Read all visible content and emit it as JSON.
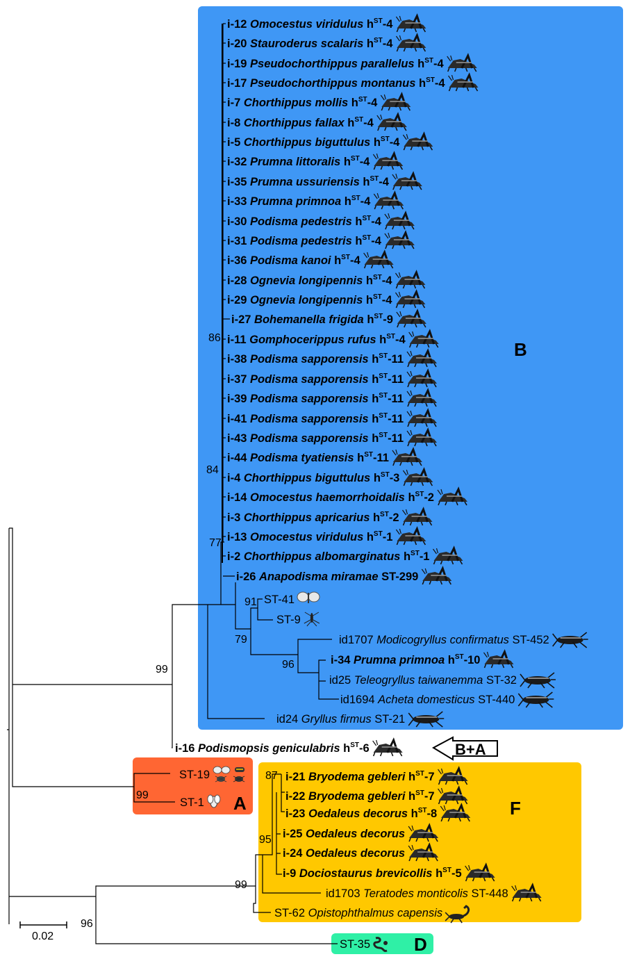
{
  "colors": {
    "B": "#3f97f5",
    "A": "#ff6633",
    "F": "#ffc800",
    "D": "#2ff0a6"
  },
  "clades": {
    "B": "B",
    "A": "A",
    "F": "F",
    "D": "D",
    "arrow": "B+A"
  },
  "scale": {
    "label": "0.02"
  },
  "bootstrap": {
    "b86": "86",
    "b84": "84",
    "b77": "77",
    "b91": "91",
    "b79": "79",
    "b96": "96",
    "b99_top": "99",
    "b99_a": "99",
    "b87": "87",
    "b95": "95",
    "b99_f": "99",
    "b96_root": "96"
  },
  "tips": [
    {
      "id": "i-12",
      "genus": "Omocestus viridulus",
      "type": "h",
      "st": "-4",
      "icon": "grasshopper-icon"
    },
    {
      "id": "i-20",
      "genus": "Stauroderus scalaris",
      "type": "h",
      "st": "-4",
      "icon": "grasshopper-icon"
    },
    {
      "id": "i-19",
      "genus": "Pseudochorthippus parallelus",
      "type": "h",
      "st": "-4",
      "icon": "grasshopper-icon"
    },
    {
      "id": "i-17",
      "genus": "Pseudochorthippus montanus",
      "type": "h",
      "st": "-4",
      "icon": "grasshopper-icon"
    },
    {
      "id": "i-7",
      "genus": "Chorthippus mollis",
      "type": "h",
      "st": "-4",
      "icon": "grasshopper-icon"
    },
    {
      "id": "i-8",
      "genus": "Chorthippus fallax",
      "type": "h",
      "st": "-4",
      "icon": "grasshopper-icon"
    },
    {
      "id": "i-5",
      "genus": "Chorthippus biguttulus",
      "type": "h",
      "st": "-4",
      "icon": "grasshopper-icon"
    },
    {
      "id": "i-32",
      "genus": "Prumna littoralis",
      "type": "h",
      "st": "-4",
      "icon": "grasshopper-icon"
    },
    {
      "id": "i-35",
      "genus": "Prumna ussuriensis",
      "type": "h",
      "st": "-4",
      "icon": "grasshopper-icon"
    },
    {
      "id": "i-33",
      "genus": "Prumna primnoa",
      "type": "h",
      "st": "-4",
      "icon": "grasshopper-icon"
    },
    {
      "id": "i-30",
      "genus": "Podisma pedestris",
      "type": "h",
      "st": "-4",
      "icon": "grasshopper-icon"
    },
    {
      "id": "i-31",
      "genus": "Podisma pedestris",
      "type": "h",
      "st": "-4",
      "icon": "grasshopper-icon"
    },
    {
      "id": "i-36",
      "genus": "Podisma kanoi",
      "type": "h",
      "st": "-4",
      "icon": "grasshopper-icon"
    },
    {
      "id": "i-28",
      "genus": "Ognevia longipennis",
      "type": "h",
      "st": "-4",
      "icon": "grasshopper-icon"
    },
    {
      "id": "i-29",
      "genus": "Ognevia longipennis",
      "type": "h",
      "st": "-4",
      "icon": "grasshopper-icon"
    },
    {
      "id": "i-27",
      "genus": "Bohemanella frigida",
      "type": "h",
      "st": "-9",
      "icon": "grasshopper-icon"
    },
    {
      "id": "i-11",
      "genus": "Gomphocerippus rufus",
      "type": "h",
      "st": "-4",
      "icon": "grasshopper-icon"
    },
    {
      "id": "i-38",
      "genus": "Podisma sapporensis",
      "type": "h",
      "st": "-11",
      "icon": "grasshopper-icon"
    },
    {
      "id": "i-37",
      "genus": "Podisma sapporensis",
      "type": "h",
      "st": "-11",
      "icon": "grasshopper-icon"
    },
    {
      "id": "i-39",
      "genus": "Podisma sapporensis",
      "type": "h",
      "st": "-11",
      "icon": "grasshopper-icon"
    },
    {
      "id": "i-41",
      "genus": "Podisma sapporensis",
      "type": "h",
      "st": "-11",
      "icon": "grasshopper-icon"
    },
    {
      "id": "i-43",
      "genus": "Podisma sapporensis",
      "type": "h",
      "st": "-11",
      "icon": "grasshopper-icon"
    },
    {
      "id": "i-44",
      "genus": "Podisma tyatiensis",
      "type": "h",
      "st": "-11",
      "icon": "grasshopper-icon"
    },
    {
      "id": "i-4",
      "genus": "Chorthippus biguttulus",
      "type": "h",
      "st": "-3",
      "icon": "grasshopper-icon"
    },
    {
      "id": "i-14",
      "genus": "Omocestus haemorrhoidalis",
      "type": "h",
      "st": "-2",
      "icon": "grasshopper-icon"
    },
    {
      "id": "i-3",
      "genus": "Chorthippus apricarius",
      "type": "h",
      "st": "-2",
      "icon": "grasshopper-icon"
    },
    {
      "id": "i-13",
      "genus": "Omocestus viridulus",
      "type": "h",
      "st": "-1",
      "icon": "grasshopper-icon"
    },
    {
      "id": "i-2",
      "genus": "Chorthippus albomarginatus",
      "type": "h",
      "st": "-1",
      "icon": "grasshopper-icon"
    },
    {
      "id": "i-26",
      "genus": "Anapodisma miramae",
      "type": "st",
      "st": "ST-299",
      "icon": "grasshopper-icon"
    },
    {
      "id": "",
      "genus": "",
      "type": "plain",
      "st": "ST-41",
      "icon": "butterfly-icon"
    },
    {
      "id": "",
      "genus": "",
      "type": "plain",
      "st": "ST-9",
      "icon": "mosquito-icon"
    },
    {
      "id": "id1707",
      "genus": "Modicogryllus confirmatus",
      "type": "plainst",
      "st": "ST-452",
      "icon": "cricket-icon"
    },
    {
      "id": "i-34",
      "genus": "Prumna primnoa",
      "type": "h",
      "st": "-10",
      "icon": "grasshopper-icon"
    },
    {
      "id": "id25",
      "genus": "Teleogryllus taiwanemma",
      "type": "plainst",
      "st": "ST-32",
      "icon": "cricket-icon"
    },
    {
      "id": "id1694",
      "genus": "Acheta domesticus",
      "type": "plainst",
      "st": "ST-440",
      "icon": "cricket-icon"
    },
    {
      "id": "id24",
      "genus": "Gryllus firmus",
      "type": "plainst",
      "st": "ST-21",
      "icon": "cricket-icon"
    },
    {
      "id": "i-16",
      "genus": "Podismopsis geniculabris",
      "type": "h",
      "st": "-6",
      "icon": "grasshopper-icon"
    },
    {
      "id": "",
      "genus": "",
      "type": "plain",
      "st": "ST-19",
      "icon": "insects-icon"
    },
    {
      "id": "",
      "genus": "",
      "type": "plain",
      "st": "ST-1",
      "icon": "fly-icon"
    },
    {
      "id": "i-21",
      "genus": "Bryodema gebleri",
      "type": "h",
      "st": "-7",
      "icon": "grasshopper-icon"
    },
    {
      "id": "i-22",
      "genus": "Bryodema gebleri",
      "type": "h",
      "st": "-7",
      "icon": "grasshopper-icon"
    },
    {
      "id": "i-23",
      "genus": "Oedaleus decorus",
      "type": "h",
      "st": "-8",
      "icon": "grasshopper-icon"
    },
    {
      "id": "i-25",
      "genus": "Oedaleus decorus",
      "type": "none",
      "st": "",
      "icon": "grasshopper-icon"
    },
    {
      "id": "i-24",
      "genus": "Oedaleus decorus",
      "type": "none",
      "st": "",
      "icon": "grasshopper-icon"
    },
    {
      "id": "i-9",
      "genus": "Dociostaurus brevicollis",
      "type": "h",
      "st": "-5",
      "icon": "grasshopper-icon"
    },
    {
      "id": "id1703",
      "genus": "Teratodes monticolis",
      "type": "plainst",
      "st": "ST-448",
      "icon": "grasshopper-icon"
    },
    {
      "id": "",
      "genus": "Opistophthalmus capensis",
      "type": "stgenus",
      "st": "ST-62",
      "icon": "scorpion-icon"
    },
    {
      "id": "",
      "genus": "",
      "type": "plain",
      "st": "ST-35",
      "icon": "nematode-icon"
    }
  ]
}
